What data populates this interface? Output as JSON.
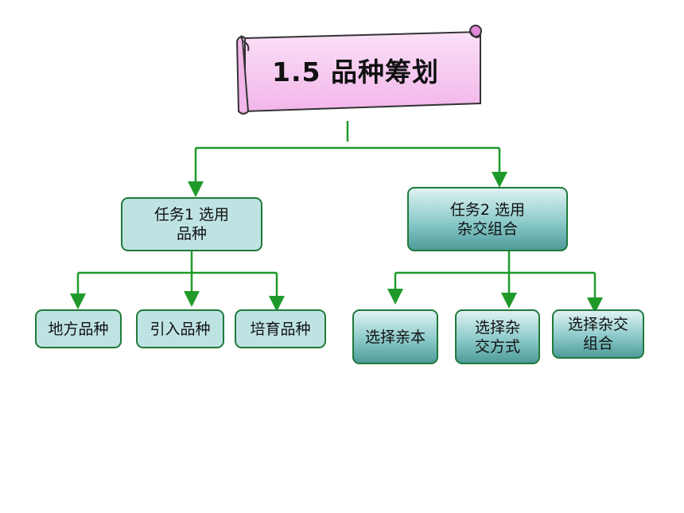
{
  "title": "1.5  品种筹划",
  "task1": {
    "line1": "任务1  选用",
    "line2": "品种"
  },
  "task2": {
    "line1": "任务2  选用",
    "line2": "杂交组合"
  },
  "task1_children": [
    "地方品种",
    "引入品种",
    "培育品种"
  ],
  "task2_children": [
    {
      "line1": "选择亲本",
      "line2": ""
    },
    {
      "line1": "选择杂",
      "line2": "交方式"
    },
    {
      "line1": "选择杂交",
      "line2": "组合"
    }
  ],
  "colors": {
    "scroll": "#f6c4ee",
    "connector": "#1f9a2a",
    "box_border": "#1f7a3a",
    "box_fill": "#bfe3e3"
  }
}
